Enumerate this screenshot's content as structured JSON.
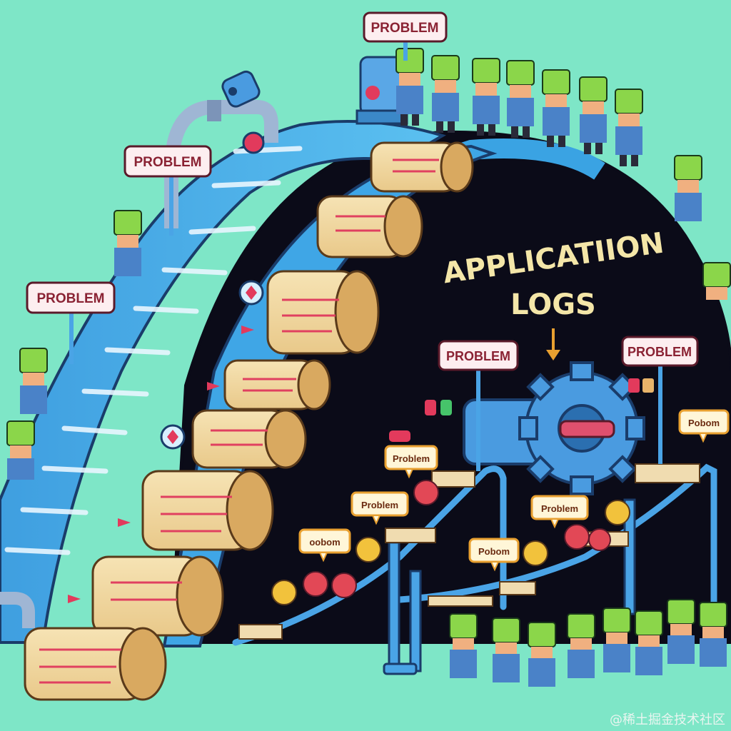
{
  "title": {
    "line1": "APPLICATIION",
    "line2": "LOGS"
  },
  "signs": [
    {
      "label": "PROBLEM"
    },
    {
      "label": "PROBLEM"
    },
    {
      "label": "PROBLEM"
    },
    {
      "label": "PROBLEM"
    },
    {
      "label": "PROBLEM"
    }
  ],
  "bubbles": [
    {
      "label": "Problem"
    },
    {
      "label": "Problem"
    },
    {
      "label": "Problem"
    },
    {
      "label": "oobom"
    },
    {
      "label": "Pobom"
    },
    {
      "label": "Pobom"
    }
  ],
  "watermark": "@稀土掘金技术社区",
  "colors": {
    "background": "#7ee6c7",
    "machine_body": "#0b0b18",
    "conveyor": "#49a9e6",
    "scroll": "#f2d9a0",
    "sign_text": "#8a2233",
    "title_text": "#f4e6a8"
  }
}
